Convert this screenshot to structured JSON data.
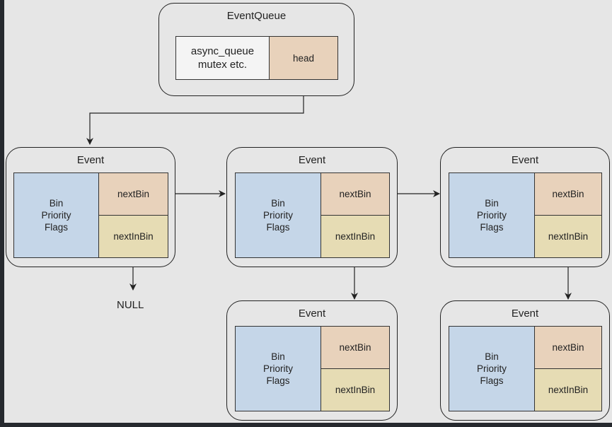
{
  "queue": {
    "title": "EventQueue",
    "mutex_lines": [
      "async_queue",
      "mutex etc."
    ],
    "head_label": "head"
  },
  "event_box": {
    "title": "Event",
    "main_lines": [
      "Bin",
      "Priority",
      "Flags"
    ],
    "next_bin_label": "nextBin",
    "next_in_bin_label": "nextInBin"
  },
  "null_label": "NULL",
  "colors": {
    "canvas_bg": "#e6e6e6",
    "main_cell": "#c5d6e8",
    "next_bin_cell": "#e8d2bb",
    "next_in_bin_cell": "#e6dcb4",
    "line": "#222222"
  }
}
